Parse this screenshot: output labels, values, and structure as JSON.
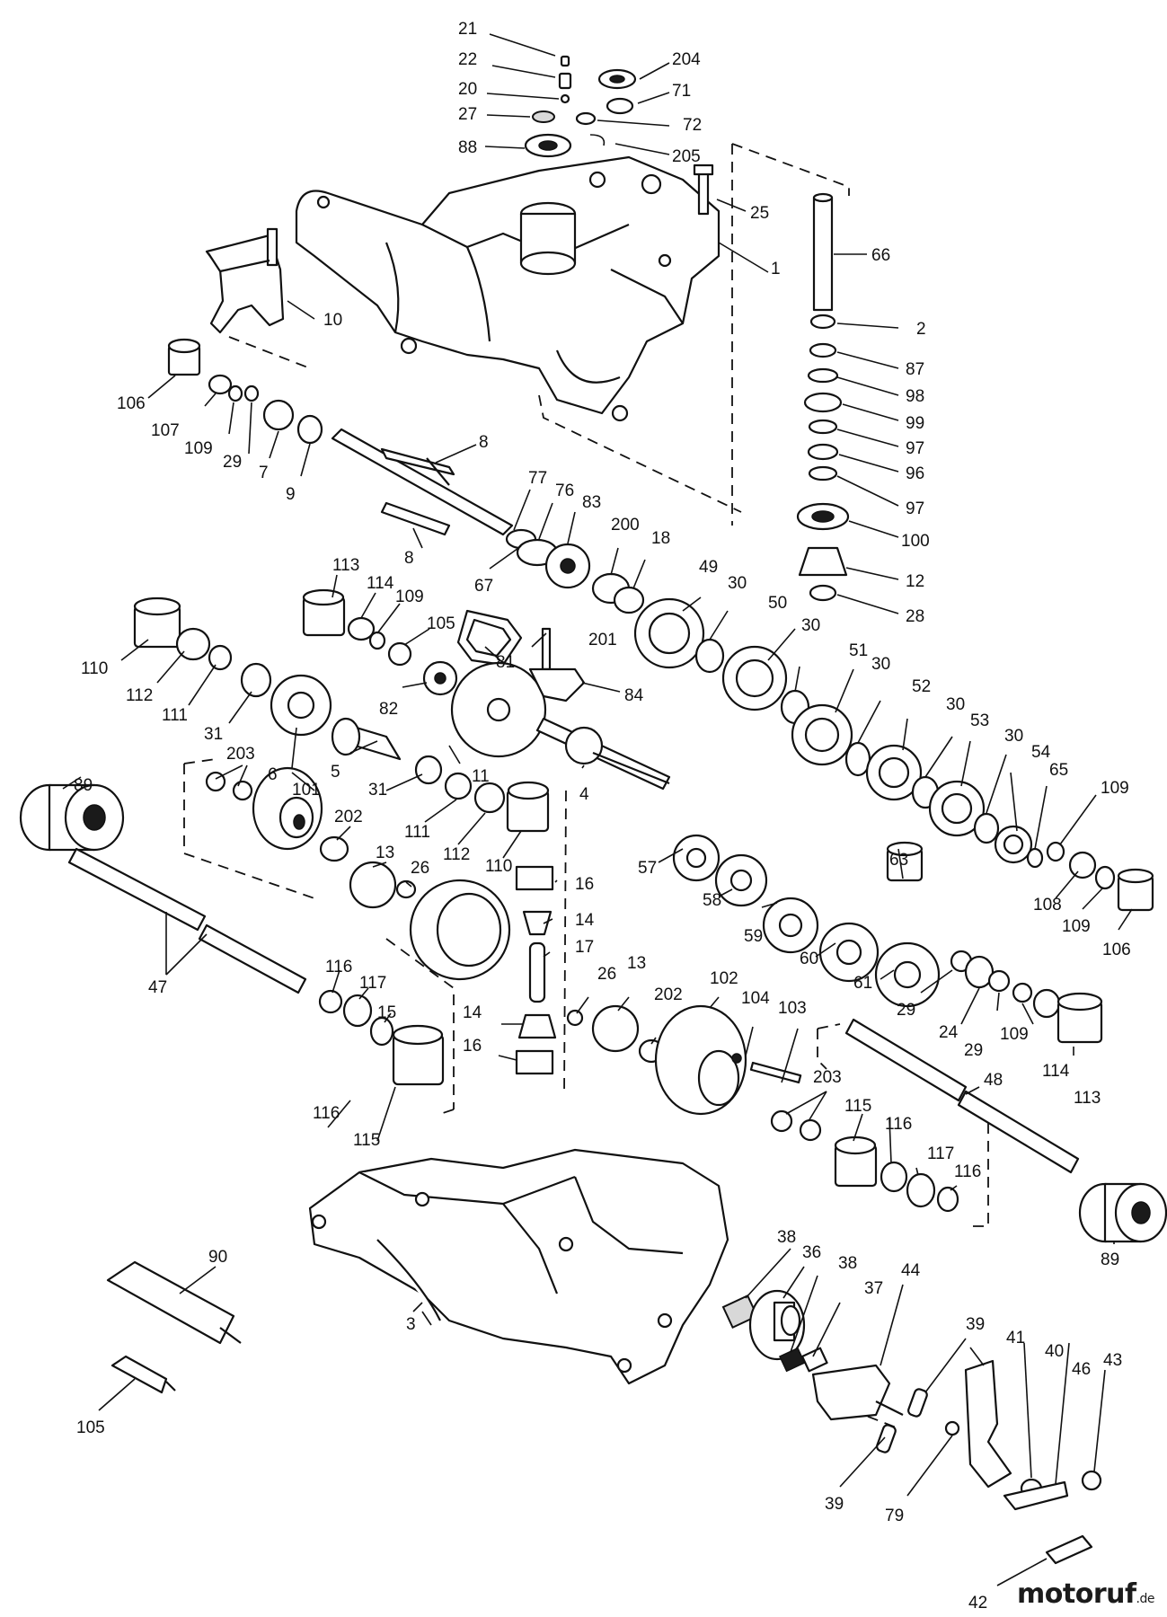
{
  "diagram": {
    "type": "exploded-parts-diagram",
    "watermark": {
      "brand": "motoruf",
      "suffix": ".de"
    },
    "labels": [
      {
        "id": "l21",
        "text": "21"
      },
      {
        "id": "l22",
        "text": "22"
      },
      {
        "id": "l20",
        "text": "20"
      },
      {
        "id": "l27",
        "text": "27"
      },
      {
        "id": "l88",
        "text": "88"
      },
      {
        "id": "l204",
        "text": "204"
      },
      {
        "id": "l71",
        "text": "71"
      },
      {
        "id": "l72",
        "text": "72"
      },
      {
        "id": "l205",
        "text": "205"
      },
      {
        "id": "l25",
        "text": "25"
      },
      {
        "id": "l1",
        "text": "1"
      },
      {
        "id": "l66",
        "text": "66"
      },
      {
        "id": "l10",
        "text": "10"
      },
      {
        "id": "l2",
        "text": "2"
      },
      {
        "id": "l87",
        "text": "87"
      },
      {
        "id": "l98",
        "text": "98"
      },
      {
        "id": "l99",
        "text": "99"
      },
      {
        "id": "l97a",
        "text": "97"
      },
      {
        "id": "l96",
        "text": "96"
      },
      {
        "id": "l97b",
        "text": "97"
      },
      {
        "id": "l100",
        "text": "100"
      },
      {
        "id": "l12",
        "text": "12"
      },
      {
        "id": "l28",
        "text": "28"
      },
      {
        "id": "l106a",
        "text": "106"
      },
      {
        "id": "l107",
        "text": "107"
      },
      {
        "id": "l109a",
        "text": "109"
      },
      {
        "id": "l29a",
        "text": "29"
      },
      {
        "id": "l7",
        "text": "7"
      },
      {
        "id": "l9",
        "text": "9"
      },
      {
        "id": "l8a",
        "text": "8"
      },
      {
        "id": "l8b",
        "text": "8"
      },
      {
        "id": "l67",
        "text": "67"
      },
      {
        "id": "l77",
        "text": "77"
      },
      {
        "id": "l76",
        "text": "76"
      },
      {
        "id": "l83",
        "text": "83"
      },
      {
        "id": "l200",
        "text": "200"
      },
      {
        "id": "l18",
        "text": "18"
      },
      {
        "id": "l49",
        "text": "49"
      },
      {
        "id": "l30a",
        "text": "30"
      },
      {
        "id": "l50",
        "text": "50"
      },
      {
        "id": "l30b",
        "text": "30"
      },
      {
        "id": "l51",
        "text": "51"
      },
      {
        "id": "l30c",
        "text": "30"
      },
      {
        "id": "l52",
        "text": "52"
      },
      {
        "id": "l30d",
        "text": "30"
      },
      {
        "id": "l53",
        "text": "53"
      },
      {
        "id": "l30e",
        "text": "30"
      },
      {
        "id": "l54",
        "text": "54"
      },
      {
        "id": "l65",
        "text": "65"
      },
      {
        "id": "l109b",
        "text": "109"
      },
      {
        "id": "l113a",
        "text": "113"
      },
      {
        "id": "l114a",
        "text": "114"
      },
      {
        "id": "l109c",
        "text": "109"
      },
      {
        "id": "l105a",
        "text": "105"
      },
      {
        "id": "l201",
        "text": "201"
      },
      {
        "id": "l81",
        "text": "81"
      },
      {
        "id": "l84",
        "text": "84"
      },
      {
        "id": "l110a",
        "text": "110"
      },
      {
        "id": "l112a",
        "text": "112"
      },
      {
        "id": "l111a",
        "text": "111"
      },
      {
        "id": "l31a",
        "text": "31"
      },
      {
        "id": "l82",
        "text": "82"
      },
      {
        "id": "l203a",
        "text": "203"
      },
      {
        "id": "l6",
        "text": "6"
      },
      {
        "id": "l5",
        "text": "5"
      },
      {
        "id": "l11",
        "text": "11"
      },
      {
        "id": "l4",
        "text": "4"
      },
      {
        "id": "l89a",
        "text": "89"
      },
      {
        "id": "l101",
        "text": "101"
      },
      {
        "id": "l31b",
        "text": "31"
      },
      {
        "id": "l111b",
        "text": "111"
      },
      {
        "id": "l112b",
        "text": "112"
      },
      {
        "id": "l110b",
        "text": "110"
      },
      {
        "id": "l202a",
        "text": "202"
      },
      {
        "id": "l13a",
        "text": "13"
      },
      {
        "id": "l26a",
        "text": "26"
      },
      {
        "id": "l57",
        "text": "57"
      },
      {
        "id": "l58",
        "text": "58"
      },
      {
        "id": "l59",
        "text": "59"
      },
      {
        "id": "l60",
        "text": "60"
      },
      {
        "id": "l61",
        "text": "61"
      },
      {
        "id": "l63",
        "text": "63"
      },
      {
        "id": "l108",
        "text": "108"
      },
      {
        "id": "l109d",
        "text": "109"
      },
      {
        "id": "l106b",
        "text": "106"
      },
      {
        "id": "l16a",
        "text": "16"
      },
      {
        "id": "l14a",
        "text": "14"
      },
      {
        "id": "l17",
        "text": "17"
      },
      {
        "id": "l47",
        "text": "47"
      },
      {
        "id": "l116a",
        "text": "116"
      },
      {
        "id": "l117a",
        "text": "117"
      },
      {
        "id": "l15",
        "text": "15"
      },
      {
        "id": "l14b",
        "text": "14"
      },
      {
        "id": "l16b",
        "text": "16"
      },
      {
        "id": "l116b",
        "text": "116"
      },
      {
        "id": "l115a",
        "text": "115"
      },
      {
        "id": "l26b",
        "text": "26"
      },
      {
        "id": "l13b",
        "text": "13"
      },
      {
        "id": "l202b",
        "text": "202"
      },
      {
        "id": "l102",
        "text": "102"
      },
      {
        "id": "l104",
        "text": "104"
      },
      {
        "id": "l103",
        "text": "103"
      },
      {
        "id": "l203b",
        "text": "203"
      },
      {
        "id": "l29b",
        "text": "29"
      },
      {
        "id": "l24",
        "text": "24"
      },
      {
        "id": "l29c",
        "text": "29"
      },
      {
        "id": "l109e",
        "text": "109"
      },
      {
        "id": "l114b",
        "text": "114"
      },
      {
        "id": "l113b",
        "text": "113"
      },
      {
        "id": "l48",
        "text": "48"
      },
      {
        "id": "l115b",
        "text": "115"
      },
      {
        "id": "l116c",
        "text": "116"
      },
      {
        "id": "l117b",
        "text": "117"
      },
      {
        "id": "l116d",
        "text": "116"
      },
      {
        "id": "l89b",
        "text": "89"
      },
      {
        "id": "l90",
        "text": "90"
      },
      {
        "id": "l3",
        "text": "3"
      },
      {
        "id": "l105b",
        "text": "105"
      },
      {
        "id": "l38a",
        "text": "38"
      },
      {
        "id": "l36",
        "text": "36"
      },
      {
        "id": "l38b",
        "text": "38"
      },
      {
        "id": "l37",
        "text": "37"
      },
      {
        "id": "l44",
        "text": "44"
      },
      {
        "id": "l39a",
        "text": "39"
      },
      {
        "id": "l41",
        "text": "41"
      },
      {
        "id": "l40",
        "text": "40"
      },
      {
        "id": "l46",
        "text": "46"
      },
      {
        "id": "l43",
        "text": "43"
      },
      {
        "id": "l39b",
        "text": "39"
      },
      {
        "id": "l79",
        "text": "79"
      },
      {
        "id": "l42",
        "text": "42"
      }
    ]
  }
}
